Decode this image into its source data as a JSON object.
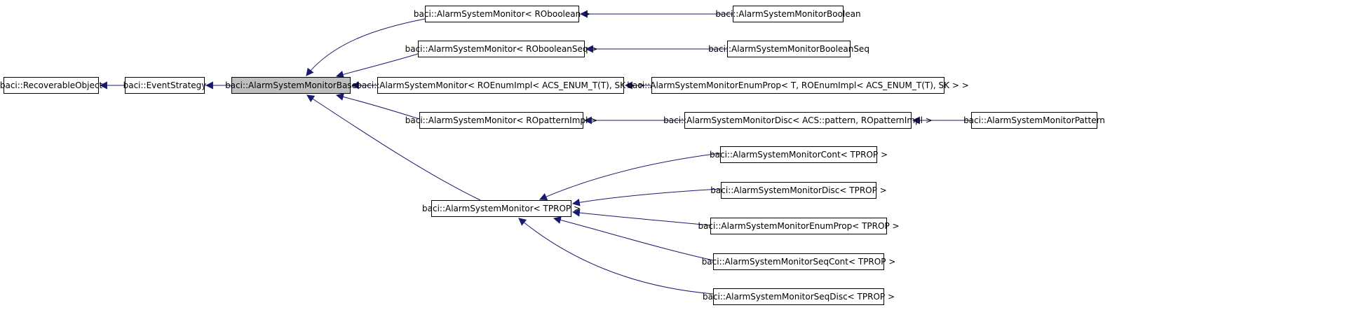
{
  "diagram": {
    "nodes": [
      {
        "id": "recoverable",
        "label": "baci::RecoverableObject"
      },
      {
        "id": "eventstrategy",
        "label": "baci::EventStrategy"
      },
      {
        "id": "base",
        "label": "baci::AlarmSystemMonitorBase",
        "highlight": true
      },
      {
        "id": "asm_roboolean",
        "label": "baci::AlarmSystemMonitor< ROboolean >"
      },
      {
        "id": "asm_robooleanseq",
        "label": "baci::AlarmSystemMonitor< RObooleanSeq >"
      },
      {
        "id": "asm_roenum",
        "label": "baci::AlarmSystemMonitor< ROEnumImpl< ACS_ENUM_T(T), SK > >"
      },
      {
        "id": "asm_ropattern",
        "label": "baci::AlarmSystemMonitor< ROpatternImpl >"
      },
      {
        "id": "asm_tprop",
        "label": "baci::AlarmSystemMonitor< TPROP >"
      },
      {
        "id": "asm_boolean",
        "label": "baci::AlarmSystemMonitorBoolean"
      },
      {
        "id": "asm_booleanseq",
        "label": "baci::AlarmSystemMonitorBooleanSeq"
      },
      {
        "id": "asm_enumprop_t",
        "label": "baci::AlarmSystemMonitorEnumProp< T, ROEnumImpl< ACS_ENUM_T(T), SK > >"
      },
      {
        "id": "asm_disc_pattern",
        "label": "baci::AlarmSystemMonitorDisc< ACS::pattern, ROpatternImpl >"
      },
      {
        "id": "asm_pattern",
        "label": "baci::AlarmSystemMonitorPattern"
      },
      {
        "id": "asm_cont",
        "label": "baci::AlarmSystemMonitorCont< TPROP >"
      },
      {
        "id": "asm_disc",
        "label": "baci::AlarmSystemMonitorDisc< TPROP >"
      },
      {
        "id": "asm_enumprop",
        "label": "baci::AlarmSystemMonitorEnumProp< TPROP >"
      },
      {
        "id": "asm_seqcont",
        "label": "baci::AlarmSystemMonitorSeqCont< TPROP >"
      },
      {
        "id": "asm_seqdisc",
        "label": "baci::AlarmSystemMonitorSeqDisc< TPROP >"
      }
    ],
    "edges": [
      {
        "from": "eventstrategy",
        "to": "recoverable"
      },
      {
        "from": "base",
        "to": "eventstrategy"
      },
      {
        "from": "asm_roboolean",
        "to": "base"
      },
      {
        "from": "asm_robooleanseq",
        "to": "base"
      },
      {
        "from": "asm_roenum",
        "to": "base"
      },
      {
        "from": "asm_ropattern",
        "to": "base"
      },
      {
        "from": "asm_tprop",
        "to": "base"
      },
      {
        "from": "asm_boolean",
        "to": "asm_roboolean"
      },
      {
        "from": "asm_booleanseq",
        "to": "asm_robooleanseq"
      },
      {
        "from": "asm_enumprop_t",
        "to": "asm_roenum"
      },
      {
        "from": "asm_disc_pattern",
        "to": "asm_ropattern"
      },
      {
        "from": "asm_pattern",
        "to": "asm_disc_pattern"
      },
      {
        "from": "asm_cont",
        "to": "asm_tprop"
      },
      {
        "from": "asm_disc",
        "to": "asm_tprop"
      },
      {
        "from": "asm_enumprop",
        "to": "asm_tprop"
      },
      {
        "from": "asm_seqcont",
        "to": "asm_tprop"
      },
      {
        "from": "asm_seqdisc",
        "to": "asm_tprop"
      }
    ],
    "colors": {
      "edge": "#191970",
      "node_border": "#000000",
      "highlight_fill": "#bfbfbf",
      "node_fill": "#ffffff"
    }
  }
}
